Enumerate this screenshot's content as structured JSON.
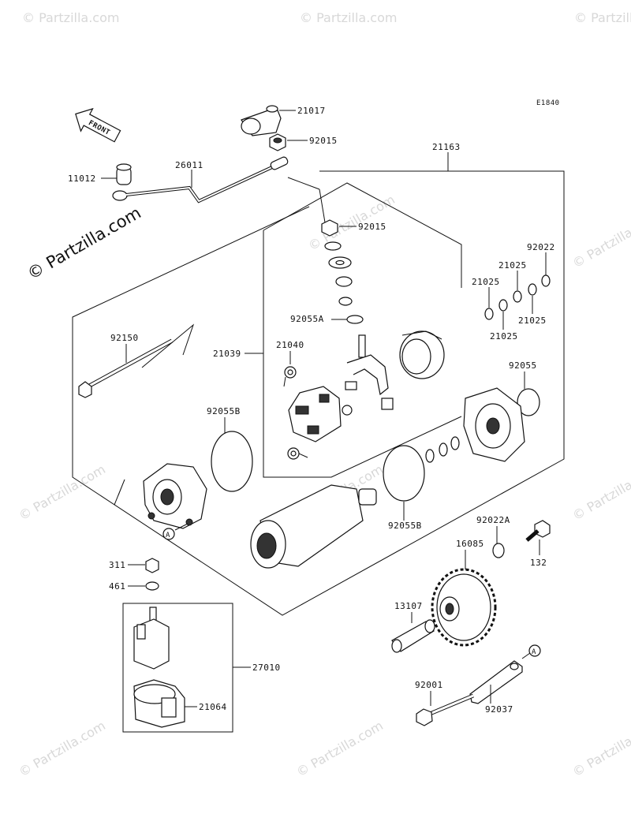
{
  "diagram": {
    "ref_code": "E1840",
    "front_label": "FRONT",
    "callout_a": "A",
    "watermark": "© Partzilla.com",
    "parts": {
      "p21017": "21017",
      "p92015_top": "92015",
      "p21163": "21163",
      "p11012": "11012",
      "p26011": "26011",
      "p92015_mid": "92015",
      "p92022": "92022",
      "p21025_a": "21025",
      "p21025_b": "21025",
      "p21025_c": "21025",
      "p21025_d": "21025",
      "p92055A": "92055A",
      "p92150": "92150",
      "p21040": "21040",
      "p21039": "21039",
      "p92055": "92055",
      "p92055B_left": "92055B",
      "p92055B_right": "92055B",
      "p92022A": "92022A",
      "p132": "132",
      "p16085": "16085",
      "p311": "311",
      "p461": "461",
      "p13107": "13107",
      "p27010": "27010",
      "p21064": "21064",
      "p92001": "92001",
      "p92037": "92037"
    }
  }
}
